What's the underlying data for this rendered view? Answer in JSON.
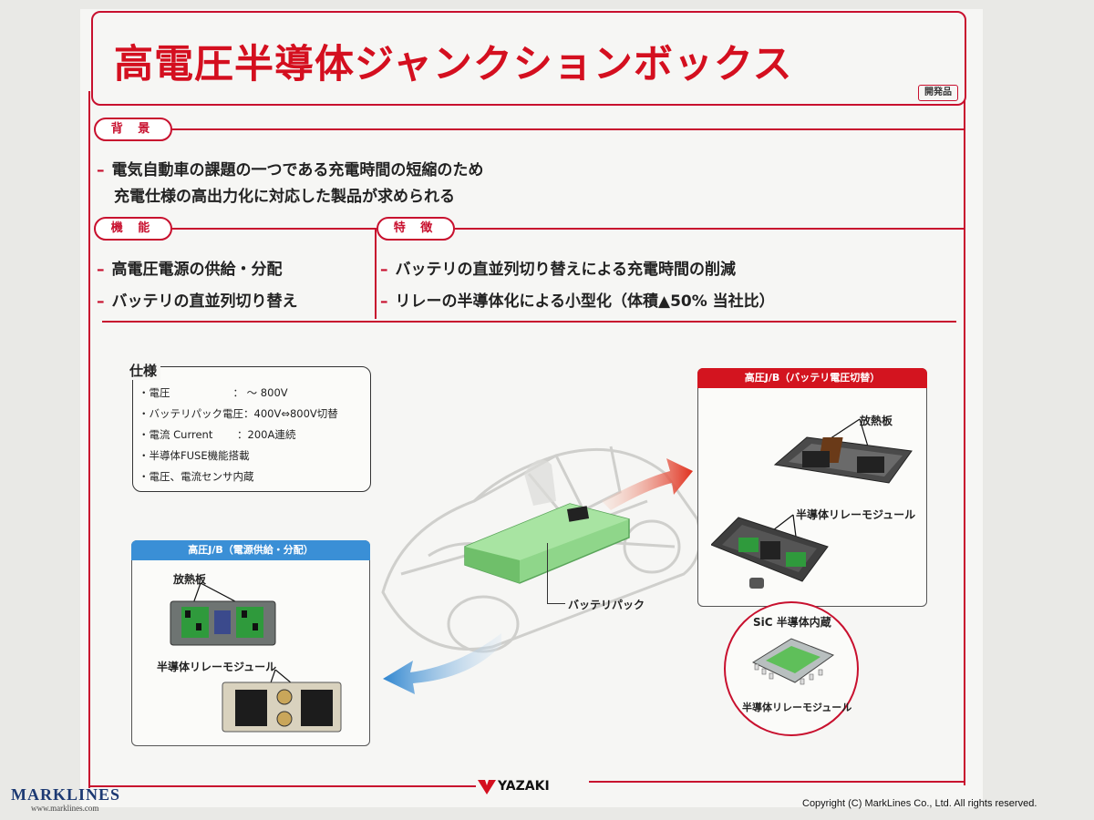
{
  "title": "高電圧半導体ジャンクションボックス",
  "badge": "開発品",
  "background_section": {
    "label": "背 景",
    "line1": "電気自動車の課題の一つである充電時間の短縮のため",
    "line2": "充電仕様の高出力化に対応した製品が求められる"
  },
  "function_section": {
    "label": "機 能",
    "items": [
      "高電圧電源の供給・分配",
      "バッテリの直並列切り替え"
    ]
  },
  "feature_section": {
    "label": "特 徴",
    "items": [
      "バッテリの直並列切り替えによる充電時間の削減",
      "リレーの半導体化による小型化（体積▲50% 当社比）"
    ]
  },
  "specs": {
    "title": "仕様",
    "rows": [
      "・電圧　　　　　　： ～ 800V",
      "・バッテリパック電圧：400V⇔800V切替",
      "・電流  Current　　 ：200A連続",
      "・半導体FUSE機能搭載",
      "・電圧、電流センサ内蔵"
    ]
  },
  "jb_left": {
    "header": "高圧J/B（電源供給・分配）",
    "heat_sink": "放熱板",
    "relay_module": "半導体リレーモジュール"
  },
  "jb_right": {
    "header": "高圧J/B（バッテリ電圧切替）",
    "heat_sink": "放熱板",
    "relay_module": "半導体リレーモジュール"
  },
  "battery_pack": "バッテリパック",
  "sic": {
    "title": "SiC 半導体内蔵",
    "module": "半導体リレーモジュール"
  },
  "brand": "YAZAKI",
  "watermark": {
    "logo": "MARKLINES",
    "url": "www.marklines.com",
    "copyright": "Copyright (C) MarkLines Co., Ltd. All rights reserved."
  },
  "colors": {
    "accent_red": "#c8102e",
    "title_red": "#d40f1f",
    "left_header_blue": "#3a8fd6",
    "battery_green": "#8fd68a"
  }
}
